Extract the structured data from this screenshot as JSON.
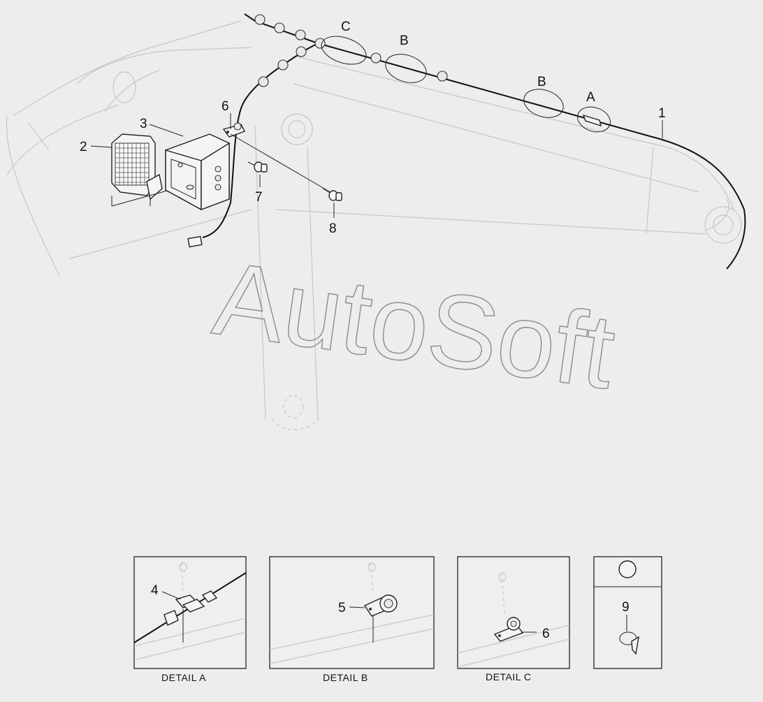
{
  "watermark": "AutoSoft",
  "callouts": {
    "n1": "1",
    "n2": "2",
    "n3": "3",
    "n6": "6",
    "n7": "7",
    "n8": "8"
  },
  "location_letters": {
    "c": "C",
    "b1": "B",
    "b2": "B",
    "a": "A"
  },
  "details": {
    "a": {
      "caption": "DETAIL  A",
      "part": "4"
    },
    "b": {
      "caption": "DETAIL  B",
      "part": "5"
    },
    "c": {
      "caption": "DETAIL  C",
      "part": "6"
    },
    "d": {
      "part": "9"
    }
  }
}
